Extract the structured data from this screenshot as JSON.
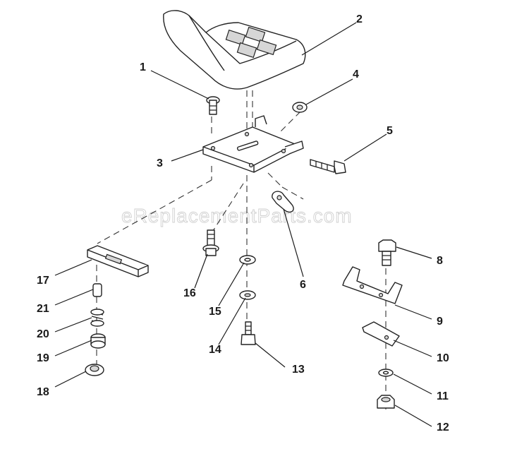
{
  "watermark": "eReplacementParts.com",
  "callouts": [
    "1",
    "2",
    "3",
    "4",
    "5",
    "6",
    "8",
    "9",
    "10",
    "11",
    "12",
    "13",
    "14",
    "15",
    "16",
    "17",
    "18",
    "19",
    "20",
    "21"
  ]
}
